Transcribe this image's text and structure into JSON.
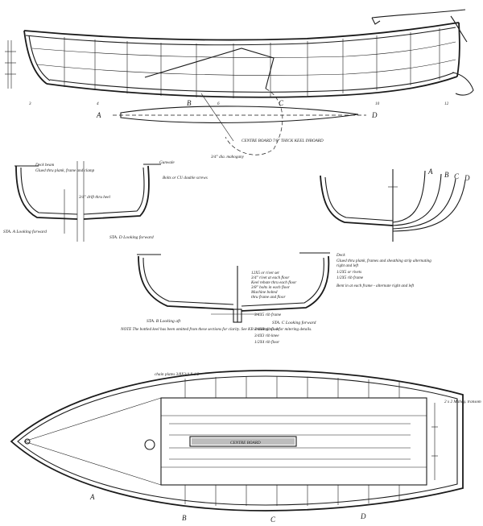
{
  "profile": {
    "station_labels": [
      "A",
      "D"
    ],
    "frame_numbers": [
      "3",
      "4",
      "6",
      "10",
      "12"
    ],
    "centre_board_note": "CENTRE BOARD 7/8\" THICK   KEEL INBOARD",
    "keel_note": "3/4\" dia. mahogany",
    "letters": [
      "B",
      "C"
    ]
  },
  "sections": {
    "sta_a_caption": "STA. A  Looking forward",
    "sta_d_caption": "STA. D  Looking forward",
    "deck_beam_note": "Deck beam",
    "blocking_note": "Glued thru plank, frame and clamp",
    "gunwale_note": "Gunwale",
    "rivet_note": "3/4\" drift thru heel",
    "fastening_note": "Bolts or CU double screws",
    "stem_labels": [
      "A",
      "B",
      "C",
      "D"
    ]
  },
  "midsection": {
    "sta_b_caption": "STA. B  Looking aft",
    "sta_c_caption": "STA. C  Looking forward",
    "notes_left": [
      "12X5 or rivet set",
      "3/4\" rivet at each floor",
      "Keel rebate thru each floor",
      "3/8\" bolts in each floor",
      "Machine bolted",
      "thru frame and floor"
    ],
    "notes_right": [
      "Deck",
      "Glued thru plank, frames and sheathing strip alternating",
      "right and left",
      "1/2X5 or rivets",
      "1/2X5 rib frame",
      "Bent in at each frame - alternate right and left"
    ],
    "footnote": "NOTE The bottled keel has been omitted from these sections for clarity. See KB drawing no. 4 for mitering details.",
    "bottom_notes": [
      "3/4X5 rib frame",
      "3/4X8 rib floor",
      "3/4X3 rib knee",
      "1/2X4 rib floor"
    ]
  },
  "plan": {
    "chain_plate_note": "chain plates 3/8X3/4 X 1/2",
    "transom_note": "2 x 2 Mahog. transom",
    "station_letters": [
      "A",
      "B",
      "C",
      "D"
    ],
    "centreboard_label": "CENTRE BOARD"
  }
}
